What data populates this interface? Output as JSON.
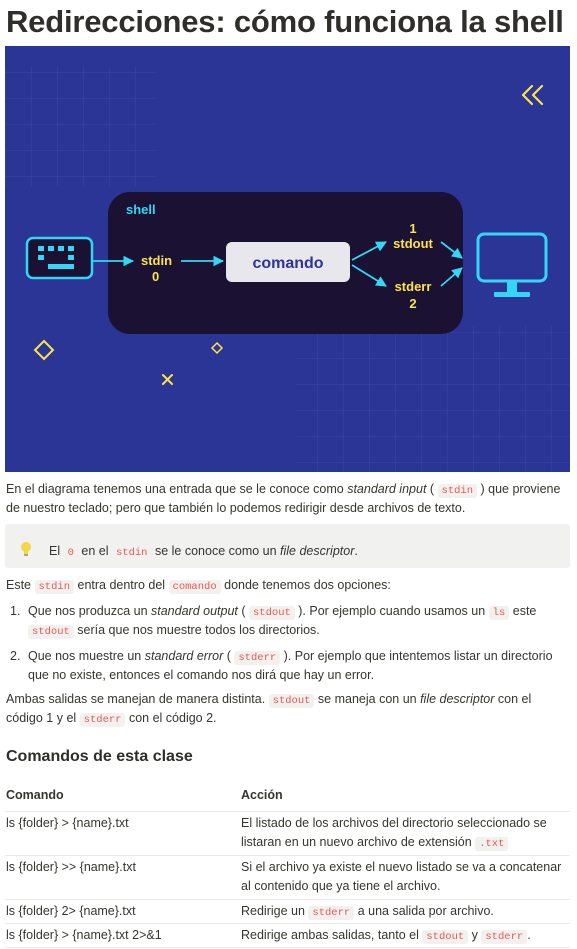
{
  "title": "Redirecciones: cómo funciona la shell",
  "diagram": {
    "shell_label": "shell",
    "stdin_label": "stdin",
    "stdin_num": "0",
    "command_label": "comando",
    "stdout_num": "1",
    "stdout_label": "stdout",
    "stderr_label": "stderr",
    "stderr_num": "2",
    "colors": {
      "bg": "#2b3595",
      "shell_box": "#1a1133",
      "cyan": "#33d6f5",
      "yellow": "#fce34a",
      "command_box": "#e8e8ec",
      "command_text": "#2b3595"
    },
    "icons": [
      "keyboard-icon",
      "monitor-icon",
      "chevrons-left-icon",
      "diamond-icon",
      "x-mark-icon"
    ]
  },
  "para1": {
    "a": "En el diagrama tenemos una entrada que se le conoce como ",
    "b": "standard input",
    "c": " ( ",
    "code": "stdin",
    "d": " ) que proviene de nuestro teclado; pero que también lo podemos redirigir desde archivos de texto."
  },
  "callout": {
    "icon": "lightbulb-icon",
    "a": "El ",
    "code1": "0",
    "b": " en el ",
    "code2": "stdin",
    "c": " se le conoce como un ",
    "d": "file descriptor",
    "e": "."
  },
  "para2": {
    "a": "Este ",
    "code1": "stdin",
    "b": " entra dentro del ",
    "code2": "comando",
    "c": " donde tenemos dos opciones:"
  },
  "list": [
    {
      "num": "1.",
      "a": "Que nos produzca un ",
      "b": "standard output",
      "c": " ( ",
      "code1": "stdout",
      "d": " ). Por ejemplo cuando usamos un ",
      "code2": "ls",
      "e": " este ",
      "code3": "stdout",
      "f": " sería que nos muestre todos los directorios."
    },
    {
      "num": "2.",
      "a": "Que nos muestre un ",
      "b": "standard error",
      "c": " ( ",
      "code1": "stderr",
      "d": " ). Por ejemplo que intentemos listar un directorio que no existe, entonces el comando nos dirá que hay un error."
    }
  ],
  "para3": {
    "a": "Ambas salidas se manejan de manera distinta. ",
    "code1": "stdout",
    "b": " se maneja con un ",
    "c": "file descriptor",
    "d": " con el código 1 y el ",
    "code2": "stderr",
    "e": " con el código 2."
  },
  "section_heading": "Comandos de esta clase",
  "table": {
    "headers": [
      "Comando",
      "Acción"
    ],
    "rows": [
      {
        "cmd": "ls {folder} > {name}.txt",
        "a": "El listado de los archivos del directorio seleccionado se listaran en un nuevo archivo de extensión ",
        "code": ".txt",
        "b": ""
      },
      {
        "cmd": "ls {folder} >> {name}.txt",
        "a": "Si el archivo ya existe el nuevo listado se va a concatenar al contenido que ya tiene el archivo.",
        "code": "",
        "b": ""
      },
      {
        "cmd": "ls {folder} 2> {name}.txt",
        "a": "Redirige un ",
        "code": "stderr",
        "b": " a una salida por archivo."
      },
      {
        "cmd": "ls {folder} > {name}.txt 2>&1",
        "a": "Redirige ambas salidas, tanto el ",
        "code": "stdout",
        "b": " y ",
        "code2": "stderr",
        "c": "."
      }
    ]
  }
}
